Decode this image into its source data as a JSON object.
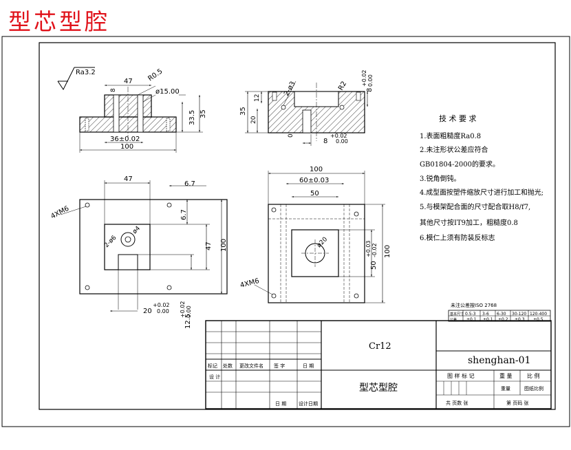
{
  "header_title": "型芯型腔",
  "roughness_symbol": "Ra3.2",
  "view_top_left": {
    "dims": {
      "w47": "47",
      "r05": "R0.5",
      "d15": "ø15.00",
      "h8": "8",
      "h335": "33.5",
      "h35": "35",
      "w36": "36±0.02",
      "w100": "100"
    }
  },
  "view_top_right": {
    "dims": {
      "d2": "2-ø3",
      "r2": "R2",
      "h12": "12",
      "h35": "35",
      "h20": "20",
      "h8": "8",
      "tol8_up": "+0.02",
      "tol8_low": "0.00",
      "h0": "0",
      "w8": "8",
      "tolw_up": "+0.02",
      "tolw_low": "0.00"
    }
  },
  "view_bottom_left": {
    "dims": {
      "w47": "47",
      "w67": "6.7",
      "h67": "6.7",
      "h47": "47",
      "h100": "100",
      "holes": "4XM6",
      "d6": "2-ø6",
      "d4": "ø4",
      "w20": "20",
      "w20_up": "+0.02",
      "w20_low": "0.00",
      "h125": "12.5",
      "h125_up": "+0.02",
      "h125_low": "0.00"
    }
  },
  "view_bottom_right": {
    "dims": {
      "w100": "100",
      "w60": "60±0.03",
      "w50": "50",
      "d20": "ø20",
      "h50": "50",
      "h50_up": "+0.03",
      "h50_low": "-0.02",
      "h100": "100",
      "holes": "4XM6"
    }
  },
  "tech_requirements": {
    "title": "技 术 要 求",
    "items": [
      "1.表面粗糙度Ra0.8",
      "2.未注形状公差应符合",
      "GB01804-2000的要求。",
      "3.锐角倒钝。",
      "4.成型面按塑件缩放尺寸进行加工和抛光;",
      "5.与模架配合面的尺寸配合取H8/f7,",
      "其他尺寸按IT9加工，粗糙度0.8",
      "6.模仁上须有防装反标志"
    ]
  },
  "tolerance_table": {
    "caption": "未注公差按ISO 2768",
    "row1_label": "基本尺寸",
    "row2_label": "公差",
    "ranges": [
      "0.5-3",
      "3-6",
      "6-30",
      "30-120",
      "120-400"
    ],
    "tolerances": [
      "±0.1",
      "±0.1",
      "±0.2",
      "±0.3",
      "±0.5"
    ]
  },
  "title_block": {
    "material": "Cr12",
    "drawing_number": "shenghan-01",
    "part_name": "型芯型腔",
    "head_cols": [
      "标记",
      "处数",
      "更改文件名",
      "签  字",
      "日 期"
    ],
    "designer": "设 计",
    "date1": "日 期",
    "date2": "设计日期",
    "stage_label": "图 样 标 记",
    "weight_label": "重 量",
    "scale_label": "比 例",
    "weight_value": "重量",
    "scale_value": "图纸比例",
    "sheets_total": "共  页数  张",
    "sheet_no": "第  页码  张"
  }
}
